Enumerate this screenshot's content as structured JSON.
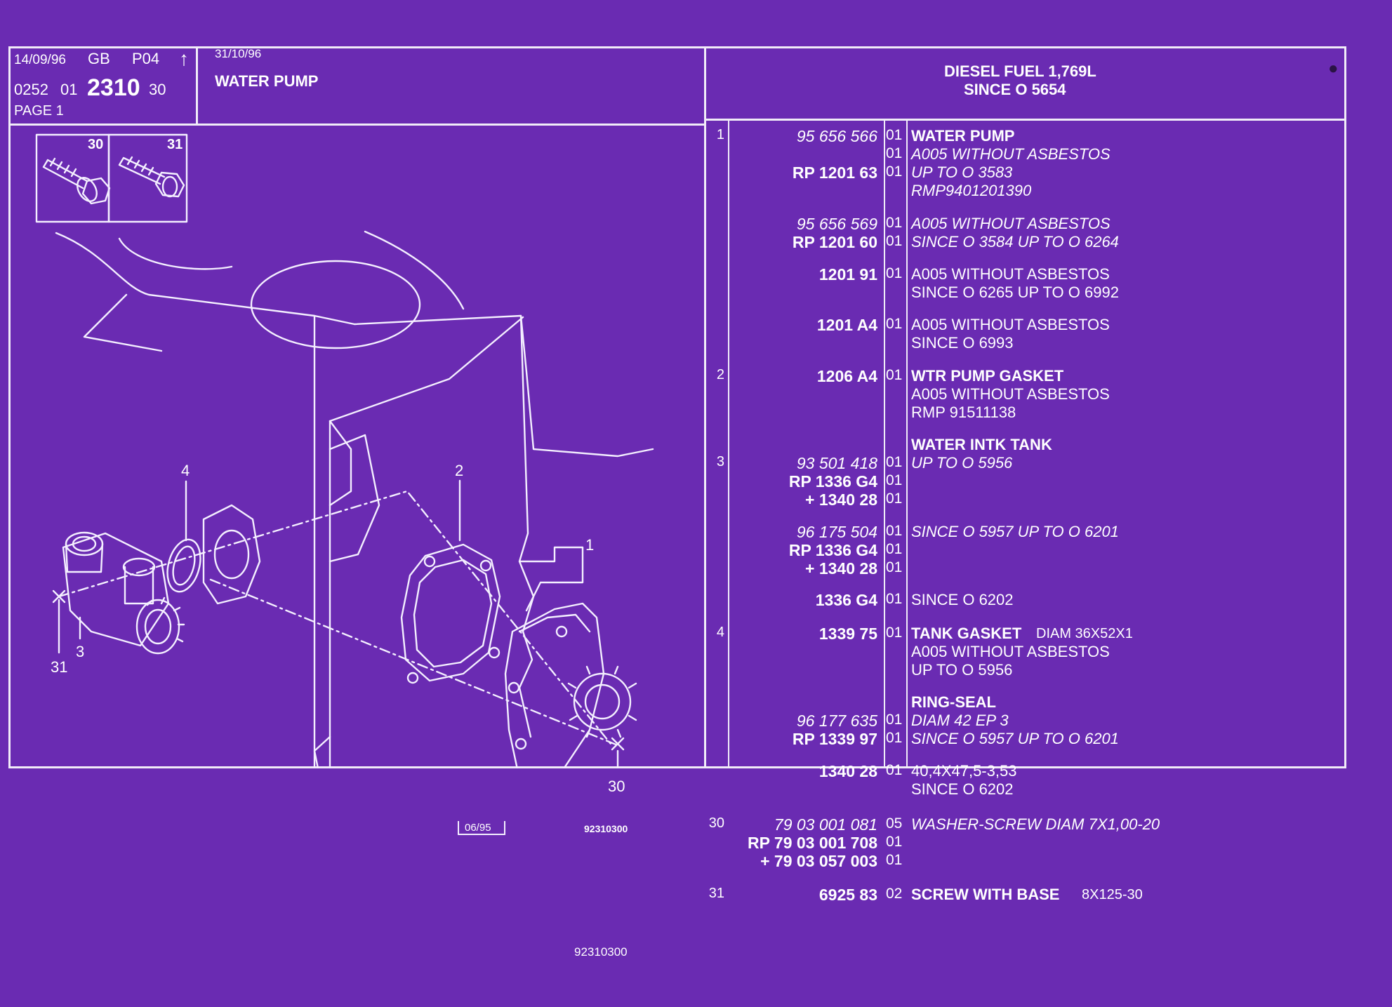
{
  "header": {
    "date": "14/09/96",
    "lang": "GB",
    "page_code": "P04",
    "arrow": "↑",
    "ref_a": "0252",
    "ref_b": "01",
    "group": "2310",
    "ref_c": "30",
    "page_label": "PAGE 1",
    "date2": "31/10/96",
    "title": "WATER PUMP",
    "engine_line1": "DIESEL FUEL 1,769L",
    "engine_line2": "SINCE O  5654"
  },
  "diagram": {
    "insets": [
      "30",
      "31"
    ],
    "callouts": [
      "4",
      "2",
      "1",
      "31",
      "3",
      "30"
    ],
    "stamp": "06/95",
    "drawing_no": "92310300",
    "footer_no": "92310300"
  },
  "rows": [
    {
      "item": "1",
      "ref": "95 656 566",
      "ref_style": "it",
      "qty": "01",
      "desc": "WATER PUMP",
      "desc_style": "b",
      "head": true
    },
    {
      "item": "",
      "ref": "",
      "qty": "01",
      "desc": "A005 WITHOUT ASBESTOS",
      "desc_style": "it"
    },
    {
      "item": "",
      "ref": "RP  1201 63",
      "ref_style": "b",
      "qty": "01",
      "desc": "UP  TO  O  3583",
      "desc_style": "it"
    },
    {
      "item": "",
      "ref": "",
      "qty": "",
      "desc": "RMP9401201390",
      "desc_style": "it"
    },
    {
      "item": "",
      "ref": "95 656 569",
      "ref_style": "it",
      "qty": "01",
      "desc": "A005 WITHOUT ASBESTOS",
      "desc_style": "it"
    },
    {
      "item": "",
      "ref": "RP  1201 60",
      "ref_style": "b",
      "qty": "01",
      "desc": "SINCE  O  3584 UP  TO  O  6264",
      "desc_style": "it"
    },
    {
      "item": "",
      "ref": "1201 91",
      "ref_style": "b",
      "qty": "01",
      "desc": "A005 WITHOUT ASBESTOS",
      "desc_style": ""
    },
    {
      "item": "",
      "ref": "",
      "qty": "",
      "desc": "SINCE  O  6265 UP  TO  O  6992",
      "desc_style": ""
    },
    {
      "item": "",
      "ref": "1201 A4",
      "ref_style": "b",
      "qty": "01",
      "desc": "A005 WITHOUT ASBESTOS",
      "desc_style": ""
    },
    {
      "item": "",
      "ref": "",
      "qty": "",
      "desc": "SINCE  O  6993",
      "desc_style": ""
    },
    {
      "item": "2",
      "ref": "1206 A4",
      "ref_style": "b",
      "qty": "01",
      "desc": "WTR PUMP GASKET",
      "desc_style": "b"
    },
    {
      "item": "",
      "ref": "",
      "qty": "",
      "desc": "A005 WITHOUT ASBESTOS",
      "desc_style": ""
    },
    {
      "item": "",
      "ref": "",
      "qty": "",
      "desc": "RMP 91511138",
      "desc_style": ""
    },
    {
      "item": "",
      "ref": "",
      "qty": "",
      "desc": "WATER INTK TANK",
      "desc_style": "b"
    },
    {
      "item": "3",
      "ref": "93 501 418",
      "ref_style": "it",
      "qty": "01",
      "desc": "UP  TO  O  5956",
      "desc_style": "it"
    },
    {
      "item": "",
      "ref": "RP  1336 G4",
      "ref_style": "b",
      "qty": "01",
      "desc": "",
      "desc_style": ""
    },
    {
      "item": "",
      "ref": "+  1340 28",
      "ref_style": "b",
      "qty": "01",
      "desc": "",
      "desc_style": ""
    },
    {
      "item": "",
      "ref": "96 175 504",
      "ref_style": "it",
      "qty": "01",
      "desc": "SINCE  O  5957 UP  TO  O  6201",
      "desc_style": "it"
    },
    {
      "item": "",
      "ref": "RP  1336 G4",
      "ref_style": "b",
      "qty": "01",
      "desc": "",
      "desc_style": ""
    },
    {
      "item": "",
      "ref": "+  1340 28",
      "ref_style": "b",
      "qty": "01",
      "desc": "",
      "desc_style": ""
    },
    {
      "item": "",
      "ref": "1336 G4",
      "ref_style": "b",
      "qty": "01",
      "desc": "SINCE  O  6202",
      "desc_style": ""
    },
    {
      "item": "4",
      "ref": "1339 75",
      "ref_style": "b",
      "qty": "01",
      "desc": "TANK GASKET",
      "desc_style": "b",
      "extra": "DIAM 36X52X1"
    },
    {
      "item": "",
      "ref": "",
      "qty": "",
      "desc": "A005 WITHOUT ASBESTOS",
      "desc_style": ""
    },
    {
      "item": "",
      "ref": "",
      "qty": "",
      "desc": "UP  TO  O  5956",
      "desc_style": ""
    },
    {
      "item": "",
      "ref": "",
      "qty": "",
      "desc": "RING-SEAL",
      "desc_style": "b"
    },
    {
      "item": "",
      "ref": "96 177 635",
      "ref_style": "it",
      "qty": "01",
      "desc": "DIAM 42 EP 3",
      "desc_style": "it"
    },
    {
      "item": "",
      "ref": "RP  1339 97",
      "ref_style": "b",
      "qty": "01",
      "desc": "SINCE  O  5957 UP  TO  O  6201",
      "desc_style": "it"
    },
    {
      "item": "",
      "ref": "1340 28",
      "ref_style": "b",
      "qty": "01",
      "desc": "40,4X47,5-3,53",
      "desc_style": ""
    },
    {
      "item": "",
      "ref": "",
      "qty": "",
      "desc": "SINCE  O  6202",
      "desc_style": ""
    },
    {
      "item": "30",
      "ref": "79 03 001 081",
      "ref_style": "it",
      "qty": "05",
      "desc": "WASHER-SCREW DIAM 7X1,00-20",
      "desc_style": "it"
    },
    {
      "item": "",
      "ref": "RP  79 03 001 708",
      "ref_style": "b",
      "qty": "01",
      "desc": "",
      "desc_style": ""
    },
    {
      "item": "",
      "ref": "+  79 03 057 003",
      "ref_style": "b",
      "qty": "01",
      "desc": "",
      "desc_style": ""
    },
    {
      "item": "31",
      "ref": "6925 83",
      "ref_style": "b",
      "qty": "02",
      "desc": "SCREW WITH BASE",
      "desc_style": "b",
      "extra": "8X125-30"
    }
  ]
}
